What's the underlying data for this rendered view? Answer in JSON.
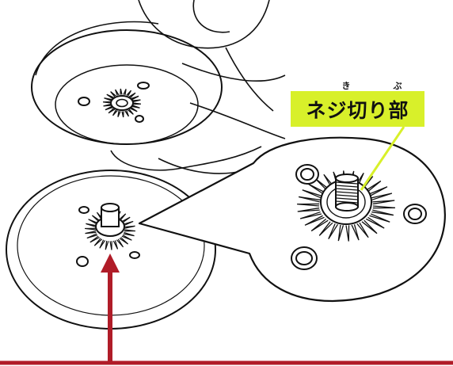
{
  "callout": {
    "label": "ネジ切り部",
    "ruby": {
      "kiri": "き",
      "bu": "ぶ"
    }
  },
  "colors": {
    "label_background": "#d8f02a",
    "pointer_line": "#d8f02a",
    "indicator_arrow": "#b01c28",
    "line_art": "#111111"
  },
  "icons": {
    "screw_thread": "threaded-stem",
    "gear_washer": "spiked-washer"
  }
}
